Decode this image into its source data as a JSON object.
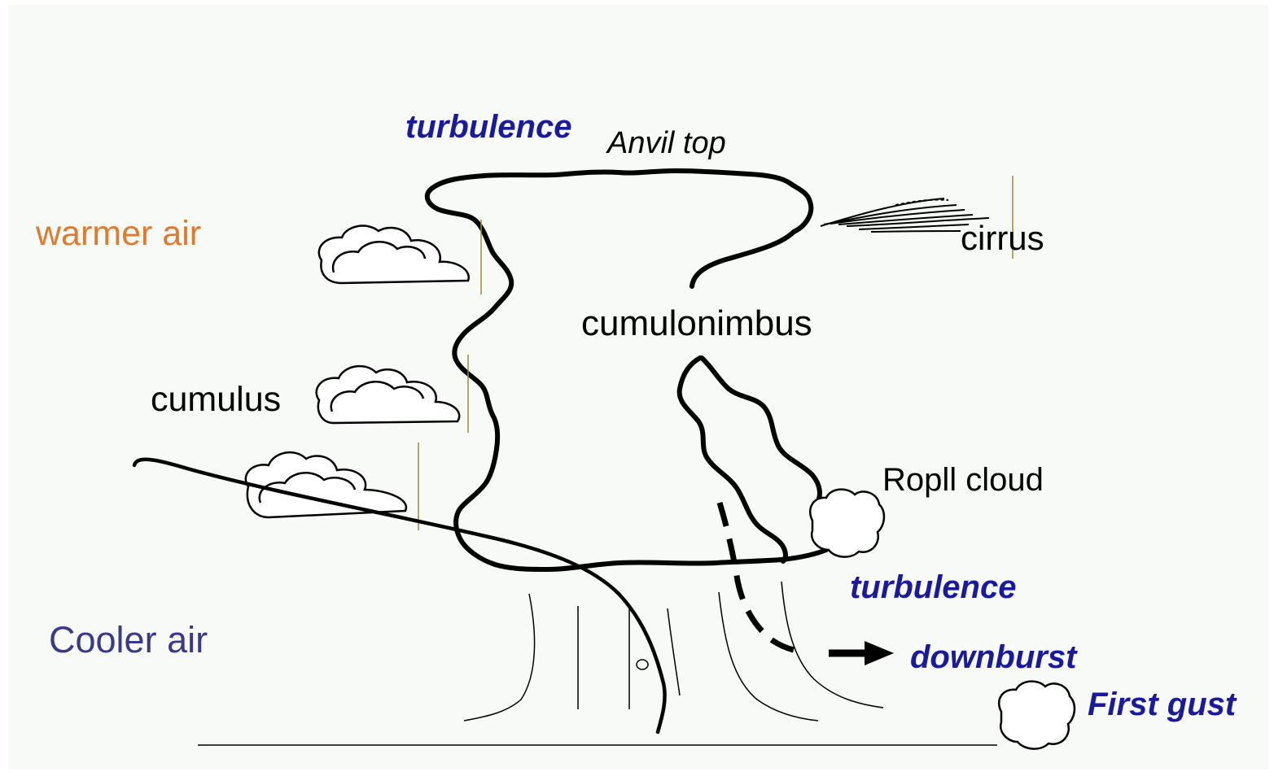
{
  "labels": {
    "turbulence_top": "turbulence",
    "anvil_top": "Anvil top",
    "warmer_air": "warmer air",
    "cirrus": "cirrus",
    "cumulonimbus": "cumulonimbus",
    "cumulus": "cumulus",
    "roll_cloud": "Ropll cloud",
    "turbulence_bottom": "turbulence",
    "cooler_air": "Cooler air",
    "downburst": "downburst",
    "first_gust": "First gust"
  },
  "colors": {
    "turbulence": "#1a1a9c",
    "warmer_air": "#e07a2e",
    "cooler_air": "#3a3a8c",
    "outline": "#000000",
    "marker_line": "#9a8a3a",
    "background": "#f7faf6"
  }
}
